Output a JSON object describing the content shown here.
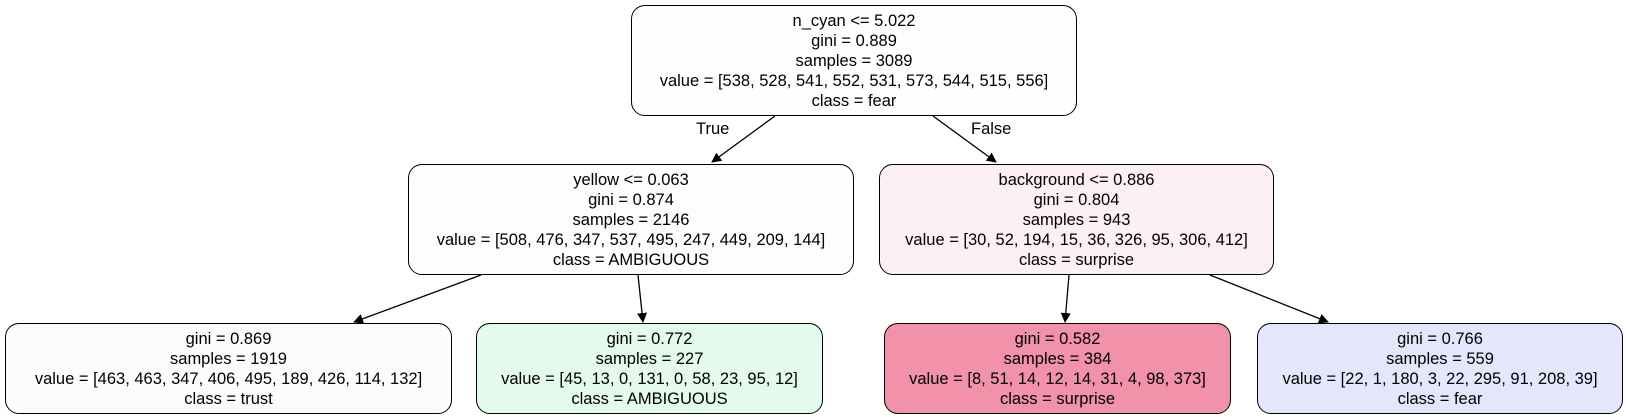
{
  "tree": {
    "root": {
      "condition": "n_cyan <= 5.022",
      "gini": "gini = 0.889",
      "samples": "samples = 3089",
      "value": "value = [538, 528, 541, 552, 531, 573, 544, 515, 556]",
      "class": "class = fear",
      "fill": "#fefefe"
    },
    "left": {
      "condition": "yellow <= 0.063",
      "gini": "gini = 0.874",
      "samples": "samples = 2146",
      "value": "value = [508, 476, 347, 537, 495, 247, 449, 209, 144]",
      "class": "class = AMBIGUOUS",
      "fill": "#fbfefd"
    },
    "right": {
      "condition": "background <= 0.886",
      "gini": "gini = 0.804",
      "samples": "samples = 943",
      "value": "value = [30, 52, 194, 15, 36, 326, 95, 306, 412]",
      "class": "class = surprise",
      "fill": "#fcf0f2"
    },
    "left_left": {
      "gini": "gini = 0.869",
      "samples": "samples = 1919",
      "value": "value = [463, 463, 347, 406, 495, 189, 426, 114, 132]",
      "class": "class = trust",
      "fill": "#fbfdfc"
    },
    "left_right": {
      "gini": "gini = 0.772",
      "samples": "samples = 227",
      "value": "value = [45, 13, 0, 131, 0, 58, 23, 95, 12]",
      "class": "class = AMBIGUOUS",
      "fill": "#e5faee"
    },
    "right_left": {
      "gini": "gini = 0.582",
      "samples": "samples = 384",
      "value": "value = [8, 51, 14, 12, 14, 31, 4, 98, 373]",
      "class": "class = surprise",
      "fill": "#f192aa"
    },
    "right_right": {
      "gini": "gini = 0.766",
      "samples": "samples = 559",
      "value": "value = [22, 1, 180, 3, 22, 295, 91, 208, 39]",
      "class": "class = fear",
      "fill": "#e4e7fb"
    }
  },
  "edges": {
    "true_label": "True",
    "false_label": "False"
  }
}
